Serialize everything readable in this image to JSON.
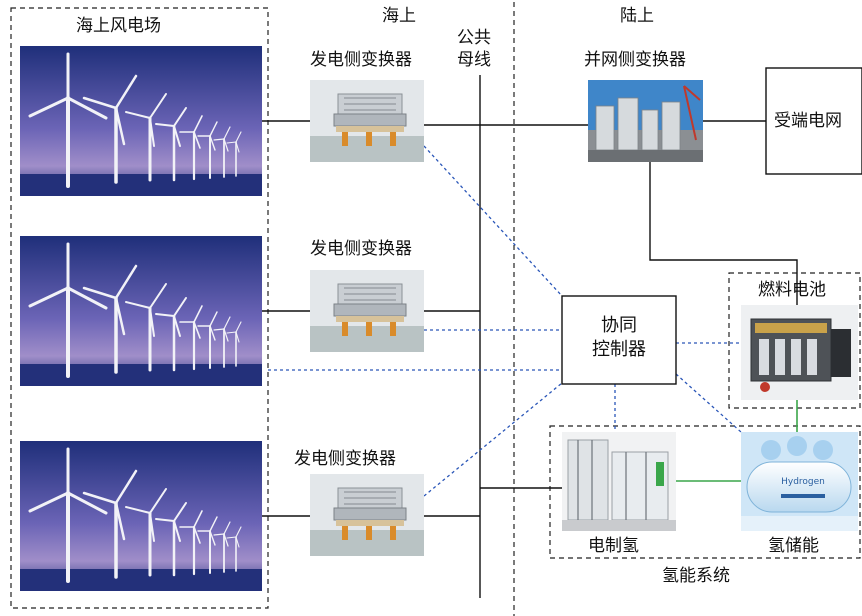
{
  "labels": {
    "wind_farm": "海上风电场",
    "offshore": "海上",
    "onshore": "陆上",
    "bus_line1": "公共",
    "bus_line2": "母线",
    "gen_conv_1": "发电侧变换器",
    "gen_conv_2": "发电侧变换器",
    "gen_conv_3": "发电侧变换器",
    "grid_conv": "并网侧变换器",
    "receiving_grid": "受端电网",
    "controller_line1": "协同",
    "controller_line2": "控制器",
    "fuel_cell": "燃料电池",
    "electrolysis": "电制氢",
    "h2_storage": "氢储能",
    "h2_system": "氢能系统",
    "h2_tank_text": "Hydrogen"
  },
  "colors": {
    "solid_line": "#111111",
    "dashed_ctrl": "#2a56b8",
    "h2_green": "#3aa64a",
    "sky_top": "#2b3f8c",
    "sky_mid": "#6a63b8",
    "sea": "#23307a"
  }
}
